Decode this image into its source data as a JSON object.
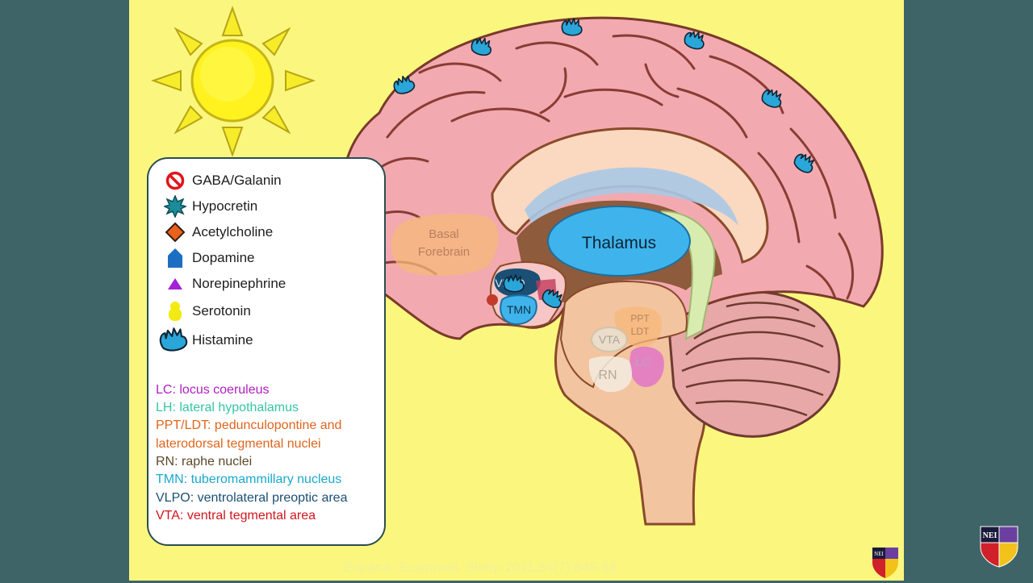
{
  "diagram": {
    "labels": {
      "thalamus": "Thalamus",
      "basal_forebrain_1": "Basal",
      "basal_forebrain_2": "Forebrain",
      "vlpo": "VLPO",
      "tmn": "TMN",
      "vta": "VTA",
      "rn": "RN",
      "lc": "LC",
      "ppt": "PPT",
      "ldt": "LDT"
    }
  },
  "legend": {
    "items": [
      {
        "label": "GABA/Galanin",
        "icon": "no-entry-icon",
        "color": "#e2141b"
      },
      {
        "label": "Hypocretin",
        "icon": "starburst-icon",
        "color": "#1c8c9a"
      },
      {
        "label": "Acetylcholine",
        "icon": "diamond-icon",
        "color": "#e8621d"
      },
      {
        "label": "Dopamine",
        "icon": "house-shape-icon",
        "color": "#1c6fc0"
      },
      {
        "label": "Norepinephrine",
        "icon": "triangle-icon",
        "color": "#a321d6"
      },
      {
        "label": "Serotonin",
        "icon": "figure-eight-icon",
        "color": "#f2ea12"
      },
      {
        "label": "Histamine",
        "icon": "hand-icon",
        "color": "#2aa6d8"
      }
    ],
    "abbreviations": [
      {
        "abbr": "LC:",
        "desc": "locus coeruleus",
        "color": "#b01ec2"
      },
      {
        "abbr": "LH:",
        "desc": "lateral hypothalamus",
        "color": "#35c4a8"
      },
      {
        "abbr": "PPT/LDT:",
        "desc": "pedunculopontine and",
        "color": "#e0651c"
      },
      {
        "abbr": "",
        "desc": "laterodorsal tegmental nuclei",
        "color": "#e0651c"
      },
      {
        "abbr": "RN:",
        "desc": "raphe nuclei",
        "color": "#5b4a2a"
      },
      {
        "abbr": "TMN:",
        "desc": "tuberomammillary nucleus",
        "color": "#1aa9cc"
      },
      {
        "abbr": "VLPO:",
        "desc": "ventrolateral preoptic area",
        "color": "#1b4f74"
      },
      {
        "abbr": "VTA:",
        "desc": "ventral tegmental area",
        "color": "#d2151c"
      }
    ]
  },
  "citation": "Espana, Scammell. Sleep 2011;34(7):845-58.",
  "logo": {
    "text": "NEI"
  },
  "colors": {
    "slide_bg": "#fbf77e",
    "outer_bg": "#3f6468",
    "brain": "#f2aab0",
    "brain_stroke": "#7a3a2a",
    "thalamus": "#3fb4ec",
    "histamine": "#2aa6d8"
  }
}
